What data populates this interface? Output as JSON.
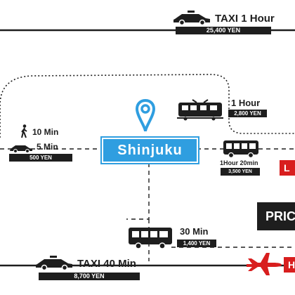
{
  "hub": {
    "name": "Shinjuku"
  },
  "routes": {
    "taxi_top": {
      "label": "TAXI 1 Hour",
      "price": "25,400 YEN",
      "icon": "taxi-icon"
    },
    "walk": {
      "label": "10 Min",
      "icon": "walking-person-icon"
    },
    "car_left": {
      "label": "5 Min",
      "price": "500 YEN",
      "icon": "car-icon"
    },
    "train": {
      "label": "1 Hour",
      "price": "2,800 YEN",
      "icon": "train-icon"
    },
    "bus_right": {
      "label": "1Hour 20min",
      "price": "3,500 YEN",
      "icon": "bus-icon"
    },
    "bus_bottom": {
      "label": "30 Min",
      "price": "1,400 YEN",
      "icon": "bus-icon"
    },
    "taxi_bottom": {
      "label": "TAXI 40 Min",
      "price": "8,700 YEN",
      "icon": "taxi-icon"
    }
  },
  "side": {
    "box_text": "PRIC",
    "tab_right_1": "L",
    "tab_right_2": "H"
  },
  "colors": {
    "hub_blue": "#2f9ee0",
    "pin_blue": "#2f9ee0",
    "dark": "#1e1e1e",
    "red": "#d81e1e"
  }
}
